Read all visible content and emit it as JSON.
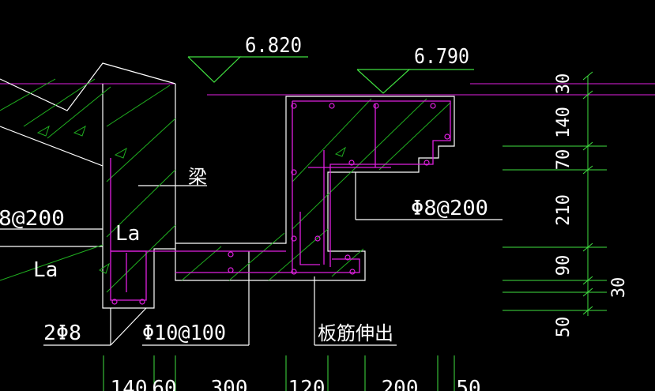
{
  "elevations": {
    "left": "6.820",
    "right": "6.790"
  },
  "labels": {
    "beam": "梁",
    "rebar_left": "8@200",
    "rebar_right": "Φ8@200",
    "la_1": "La",
    "la_2": "La",
    "bottom_bars": "2Φ8",
    "stirrups": "Φ10@100",
    "slab_bars": "板筋伸出"
  },
  "dims_vertical": [
    "30",
    "140",
    "70",
    "210",
    "90",
    "30",
    "50"
  ],
  "dims_bottom": [
    "140",
    "60",
    "300",
    "120",
    "200",
    "50"
  ],
  "colors": {
    "background": "#000000",
    "outline": "#ffffff",
    "rebar": "#e020e0",
    "hatch": "#20b020",
    "dimension": "#40e040"
  }
}
